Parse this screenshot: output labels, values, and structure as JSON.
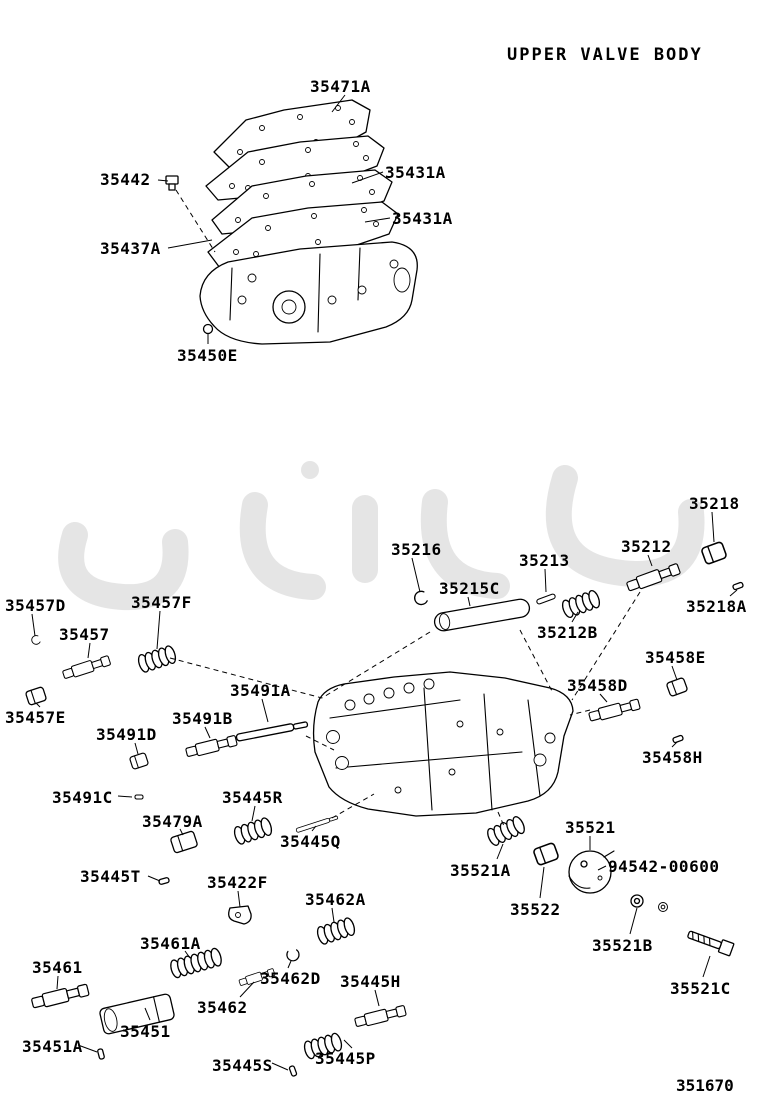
{
  "header": {
    "title": "UPPER VALVE BODY"
  },
  "footer": {
    "diagram_code": "351670"
  },
  "labels": [
    {
      "text": "35471A"
    },
    {
      "text": "35442"
    },
    {
      "text": "35431A"
    },
    {
      "text": "35431A"
    },
    {
      "text": "35437A"
    },
    {
      "text": "35450E"
    },
    {
      "text": "35218"
    },
    {
      "text": "35216"
    },
    {
      "text": "35212"
    },
    {
      "text": "35213"
    },
    {
      "text": "35215C"
    },
    {
      "text": "35218A"
    },
    {
      "text": "35457D"
    },
    {
      "text": "35457F"
    },
    {
      "text": "35212B"
    },
    {
      "text": "35457"
    },
    {
      "text": "35458E"
    },
    {
      "text": "35458D"
    },
    {
      "text": "35491A"
    },
    {
      "text": "35457E"
    },
    {
      "text": "35491B"
    },
    {
      "text": "35491D"
    },
    {
      "text": "35458H"
    },
    {
      "text": "35491C"
    },
    {
      "text": "35445R"
    },
    {
      "text": "35479A"
    },
    {
      "text": "35445Q"
    },
    {
      "text": "35521"
    },
    {
      "text": "35521A"
    },
    {
      "text": "94542-00600"
    },
    {
      "text": "35445T"
    },
    {
      "text": "35422F"
    },
    {
      "text": "35522"
    },
    {
      "text": "35462A"
    },
    {
      "text": "35461A"
    },
    {
      "text": "35521B"
    },
    {
      "text": "35461"
    },
    {
      "text": "35462D"
    },
    {
      "text": "35445H"
    },
    {
      "text": "35521C"
    },
    {
      "text": "35462"
    },
    {
      "text": "35451"
    },
    {
      "text": "35451A"
    },
    {
      "text": "35445S"
    },
    {
      "text": "35445P"
    }
  ]
}
